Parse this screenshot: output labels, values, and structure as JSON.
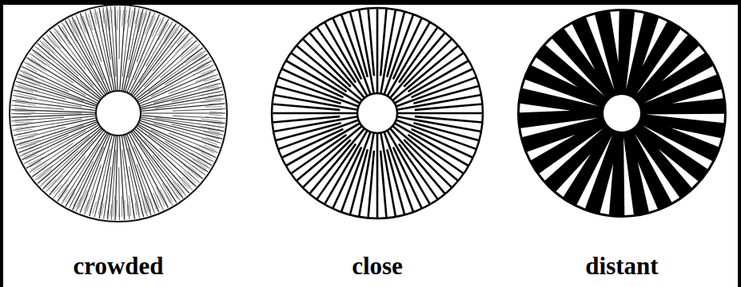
{
  "diagram": {
    "labels": [
      "crowded",
      "close",
      "distant"
    ]
  }
}
